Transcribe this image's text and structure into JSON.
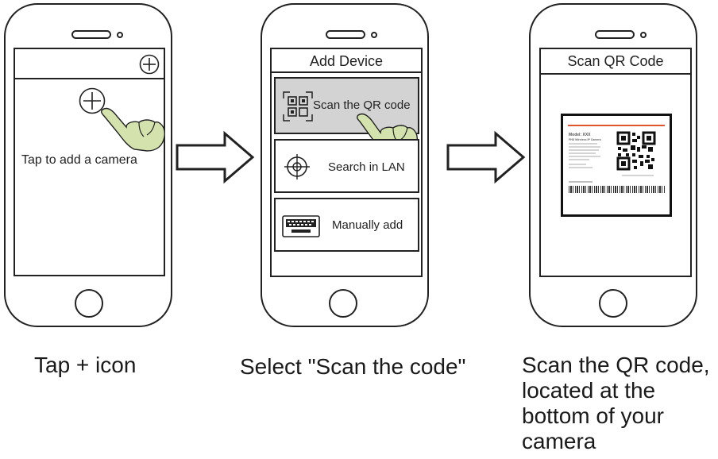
{
  "phone1": {
    "tap_label": "Tap  to add a camera",
    "caption": "Tap + icon"
  },
  "phone2": {
    "title": "Add Device",
    "options": [
      {
        "label": "Scan the QR code",
        "icon": "qr-code-icon",
        "selected": true
      },
      {
        "label": "Search in LAN",
        "icon": "crosshair-icon",
        "selected": false
      },
      {
        "label": "Manually add",
        "icon": "keyboard-icon",
        "selected": false
      }
    ],
    "caption": "Select \"Scan the code\""
  },
  "phone3": {
    "title": "Scan QR Code",
    "label_accent": "#e0552b",
    "label_text": {
      "model": "Model: XXX",
      "product": "FHD Wireless IP Camera"
    },
    "caption_lines": [
      "Scan the QR code,",
      "located at the",
      "bottom of your",
      "camera"
    ]
  }
}
